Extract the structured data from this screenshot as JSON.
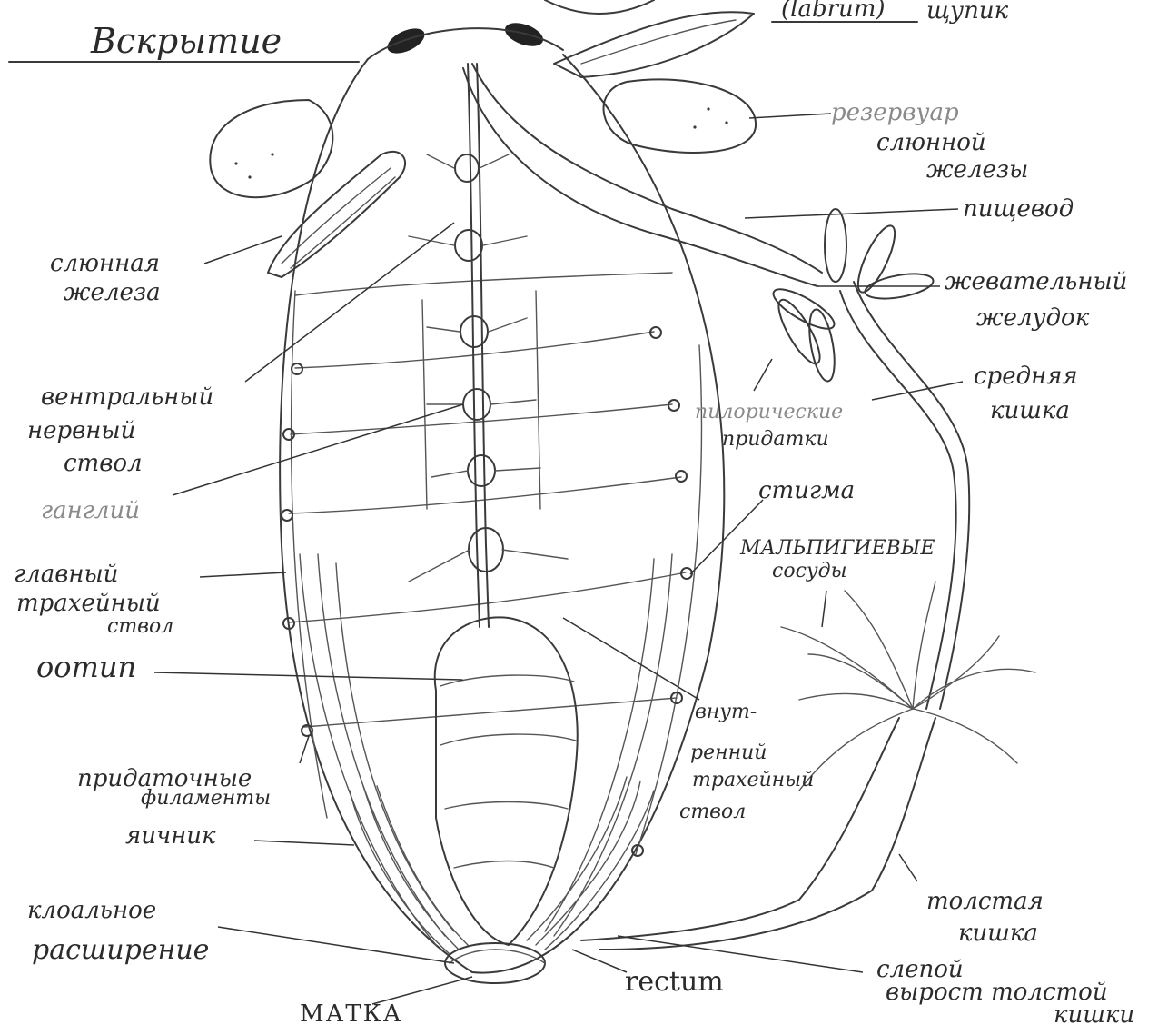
{
  "title": "Вскрытие",
  "labels": {
    "labrum": "(labrum)",
    "palp": "щупик",
    "salivary_reservoir": [
      "резервуар",
      "слюнной",
      "железы"
    ],
    "esophagus": "пищевод",
    "gizzard": [
      "жевательный",
      "желудок"
    ],
    "salivary_gland": [
      "слюнная",
      "железа"
    ],
    "ventral_nerve_cord": [
      "вентральный",
      "нервный",
      "ствол"
    ],
    "pyloric_appendages": [
      "пилорические",
      "придатки"
    ],
    "midgut": [
      "средняя",
      "кишка"
    ],
    "ganglion": "ганглий",
    "stigma": "стигма",
    "malpighian": [
      "МАЛЬПИГИЕВЫЕ",
      "сосуды"
    ],
    "main_trachea": [
      "главный",
      "трахейный",
      "ствол"
    ],
    "ootype": "оотип",
    "inner_trachea": [
      "внут-",
      "ренний",
      "трахейный",
      "ствол"
    ],
    "accessory_filaments": [
      "придаточные",
      "филаменты"
    ],
    "ovary": "яичник",
    "hindgut": [
      "толстая",
      "кишка"
    ],
    "cloacal": [
      "клоальное",
      "расширение"
    ],
    "rectum": "rectum",
    "caecum": [
      "слепой",
      "вырост толстой",
      "кишки"
    ],
    "uterus": "МАТКА"
  }
}
